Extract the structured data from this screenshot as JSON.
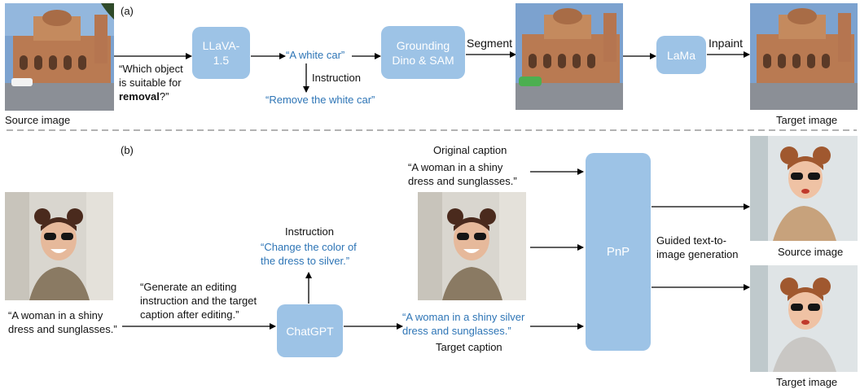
{
  "panel_a": {
    "label": "(a)",
    "source_caption": "Source image",
    "target_caption": "Target image",
    "prompt_line1": "“Which object",
    "prompt_line2": "is suitable for",
    "prompt_bold": "removal",
    "prompt_end": "?”",
    "llava_line1": "LLaVA-",
    "llava_line2": "1.5",
    "llava_output": "“A white car”",
    "grounding_line1": "Grounding",
    "grounding_line2": "Dino & SAM",
    "segment_label": "Segment",
    "instruction_label": "Instruction",
    "instruction_text": "“Remove the white car”",
    "lama": "LaMa",
    "inpaint_label": "Inpaint"
  },
  "panel_b": {
    "label": "(b)",
    "input_caption_line1": "“A woman in a shiny",
    "input_caption_line2": "dress and sunglasses.”",
    "gen_prompt_line1": "“Generate an editing",
    "gen_prompt_line2": "instruction and the target",
    "gen_prompt_line3": "caption after editing.”",
    "chatgpt": "ChatGPT",
    "instruction_label": "Instruction",
    "instruction_line1": "“Change the color of",
    "instruction_line2": "the dress to silver.”",
    "original_caption_label": "Original caption",
    "original_caption_line1": "“A woman in a shiny",
    "original_caption_line2": "dress and sunglasses.”",
    "target_caption_line1": "“A woman in a shiny silver",
    "target_caption_line2": "dress and sunglasses.”",
    "target_caption_label": "Target caption",
    "pnp": "PnP",
    "guided_line1": "Guided text-to-",
    "guided_line2": "image generation",
    "source_image_label": "Source image",
    "target_image_label": "Target image"
  },
  "colors": {
    "box_fill": "#9dc3e6",
    "highlight_text": "#2e75b6",
    "divider": "#999999"
  }
}
